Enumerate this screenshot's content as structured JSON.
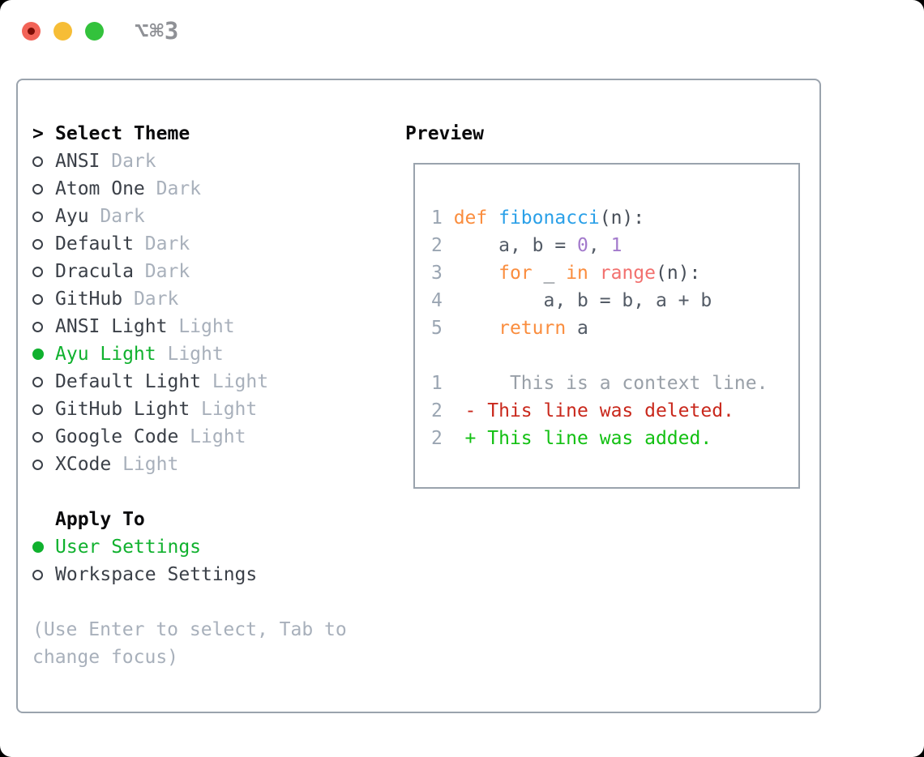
{
  "window": {
    "title": "⌥⌘3",
    "traffic_lights": [
      {
        "name": "close"
      },
      {
        "name": "minimize"
      },
      {
        "name": "zoom"
      }
    ]
  },
  "theme_selector": {
    "caret": ">",
    "header": "Select Theme",
    "items": [
      {
        "name": "ANSI",
        "tag": "Dark",
        "selected": false
      },
      {
        "name": "Atom One",
        "tag": "Dark",
        "selected": false
      },
      {
        "name": "Ayu",
        "tag": "Dark",
        "selected": false
      },
      {
        "name": "Default",
        "tag": "Dark",
        "selected": false
      },
      {
        "name": "Dracula",
        "tag": "Dark",
        "selected": false
      },
      {
        "name": "GitHub",
        "tag": "Dark",
        "selected": false
      },
      {
        "name": "ANSI Light",
        "tag": "Light",
        "selected": false
      },
      {
        "name": "Ayu Light",
        "tag": "Light",
        "selected": true
      },
      {
        "name": "Default Light",
        "tag": "Light",
        "selected": false
      },
      {
        "name": "GitHub Light",
        "tag": "Light",
        "selected": false
      },
      {
        "name": "Google Code",
        "tag": "Light",
        "selected": false
      },
      {
        "name": "XCode",
        "tag": "Light",
        "selected": false
      }
    ]
  },
  "apply_to": {
    "header": "Apply To",
    "options": [
      {
        "label": "User Settings",
        "selected": true
      },
      {
        "label": "Workspace Settings",
        "selected": false
      }
    ]
  },
  "hint_lines": [
    "(Use Enter to select, Tab to",
    "change focus)"
  ],
  "preview": {
    "header": "Preview",
    "lines": [
      {
        "num": "1",
        "tokens": [
          [
            "def",
            "kw"
          ],
          [
            " ",
            "pl"
          ],
          [
            "fibonacci",
            "fn"
          ],
          [
            "(n):",
            "pu"
          ]
        ]
      },
      {
        "num": "2",
        "tokens": [
          [
            "    a, b = ",
            "pl"
          ],
          [
            "0",
            "nu"
          ],
          [
            ", ",
            "pl"
          ],
          [
            "1",
            "nu"
          ]
        ]
      },
      {
        "num": "3",
        "tokens": [
          [
            "    ",
            "pl"
          ],
          [
            "for",
            "kw"
          ],
          [
            " _ ",
            "pl"
          ],
          [
            "in",
            "kw"
          ],
          [
            " ",
            "pl"
          ],
          [
            "range",
            "sp"
          ],
          [
            "(n):",
            "pu"
          ]
        ]
      },
      {
        "num": "4",
        "tokens": [
          [
            "        a, b = b, a + b",
            "pl"
          ]
        ]
      },
      {
        "num": "5",
        "tokens": [
          [
            "    ",
            "pl"
          ],
          [
            "return",
            "kw"
          ],
          [
            " a",
            "pl"
          ]
        ]
      },
      {
        "num": "",
        "tokens": []
      },
      {
        "num": "1",
        "tokens": [
          [
            "     This is a context line.",
            "ctx"
          ]
        ]
      },
      {
        "num": "2",
        "tokens": [
          [
            " - This line was deleted.",
            "del"
          ]
        ]
      },
      {
        "num": "2",
        "tokens": [
          [
            " + This line was added.",
            "add"
          ]
        ]
      }
    ]
  },
  "colors": {
    "page_bg": "#000000",
    "window_bg": "#ffffff",
    "border": "#9aa3ad",
    "header": "#0a0a0c",
    "text_dark": "#3b4048",
    "muted": "#a8b0bb",
    "accent_green": "#10b12e",
    "line_number": "#9aa5b2",
    "kw": "#fa8d3e",
    "fn": "#2aa0e8",
    "sp": "#f2706e",
    "nu": "#a37acc",
    "pl": "#535b66",
    "pu": "#474e58",
    "ctx": "#99a0a8",
    "del": "#c9281c",
    "add": "#12c012",
    "tl_red": "#f26357",
    "tl_red_dot": "#7c0d05",
    "tl_yellow": "#f6bd36",
    "tl_green": "#33c23c",
    "title_gray": "#8f9196"
  }
}
